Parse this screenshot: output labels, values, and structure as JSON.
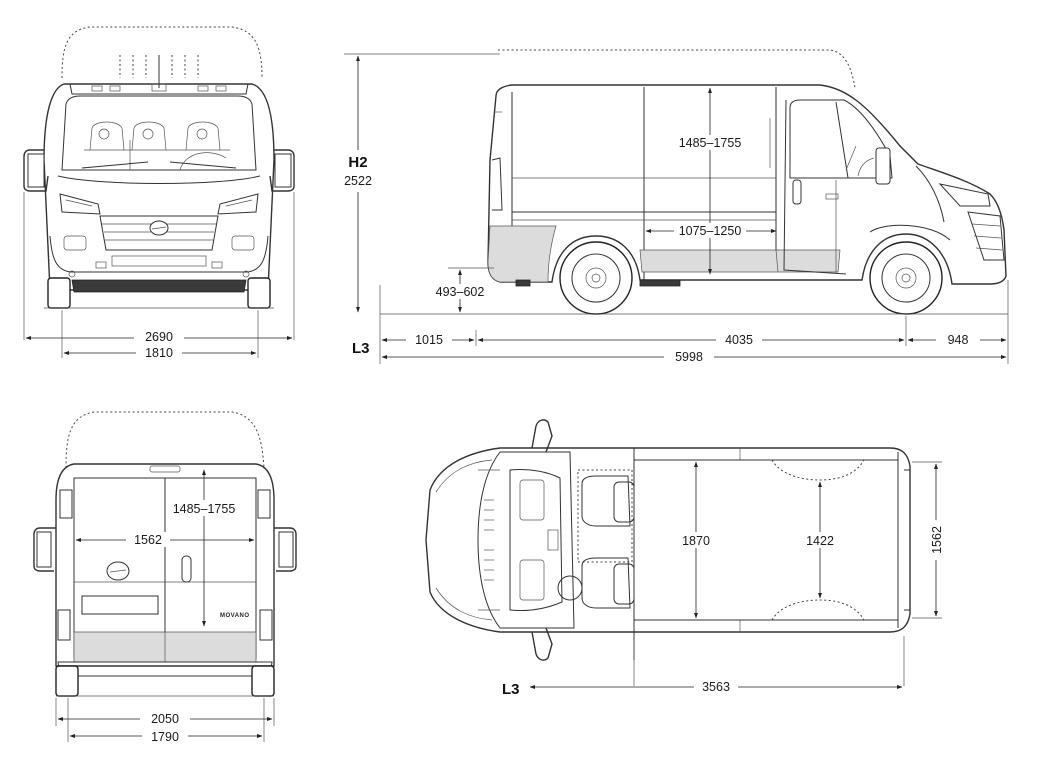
{
  "diagram": {
    "front_view": {
      "overall_width_mirrors": "2690",
      "track_width": "1810"
    },
    "side_view": {
      "height_label": "H2",
      "height": "2522",
      "cargo_height": "1485–1755",
      "side_door_width": "1075–1250",
      "load_sill_height": "493–602",
      "length_label": "L3",
      "rear_overhang": "1015",
      "wheelbase": "4035",
      "front_overhang": "948",
      "overall_length": "5998"
    },
    "rear_view": {
      "door_opening_height": "1485–1755",
      "door_opening_width": "1562",
      "body_width": "2050",
      "rear_track": "1790",
      "badge_text": "MOVANO"
    },
    "top_view": {
      "cargo_width": "1870",
      "width_between_wheel_arches": "1422",
      "rear_width": "1562",
      "length_label": "L3",
      "cargo_length": "3563"
    }
  }
}
